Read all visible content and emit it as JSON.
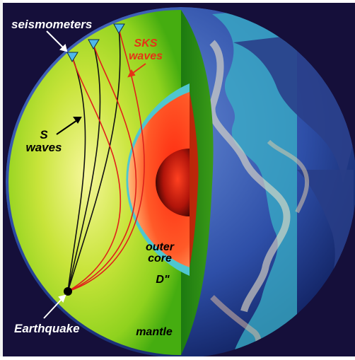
{
  "labels": {
    "seismometers": "seismometers",
    "sks_line1": "SKS",
    "sks_line2": "waves",
    "s_line1": "S",
    "s_line2": "waves",
    "outer_line1": "outer",
    "outer_line2": "core",
    "d_double_prime": "D\"",
    "earthquake": "Earthquake",
    "mantle": "mantle"
  },
  "colors": {
    "background": "#150f3a",
    "mantle": "#8fd21e",
    "mantle_edge": "#33a10e",
    "d_layer": "#4fc6cf",
    "outer_core": "#ff3d1f",
    "inner_core": "#a50e06",
    "s_wave": "#111111",
    "sks_wave": "#e0201a",
    "sks_label": "#e53316",
    "seismometer": "#4fb8e8",
    "ocean": "#2a4fa6"
  },
  "icons": {
    "seismometer": "triangle-marker",
    "earthquake": "dot-marker"
  }
}
